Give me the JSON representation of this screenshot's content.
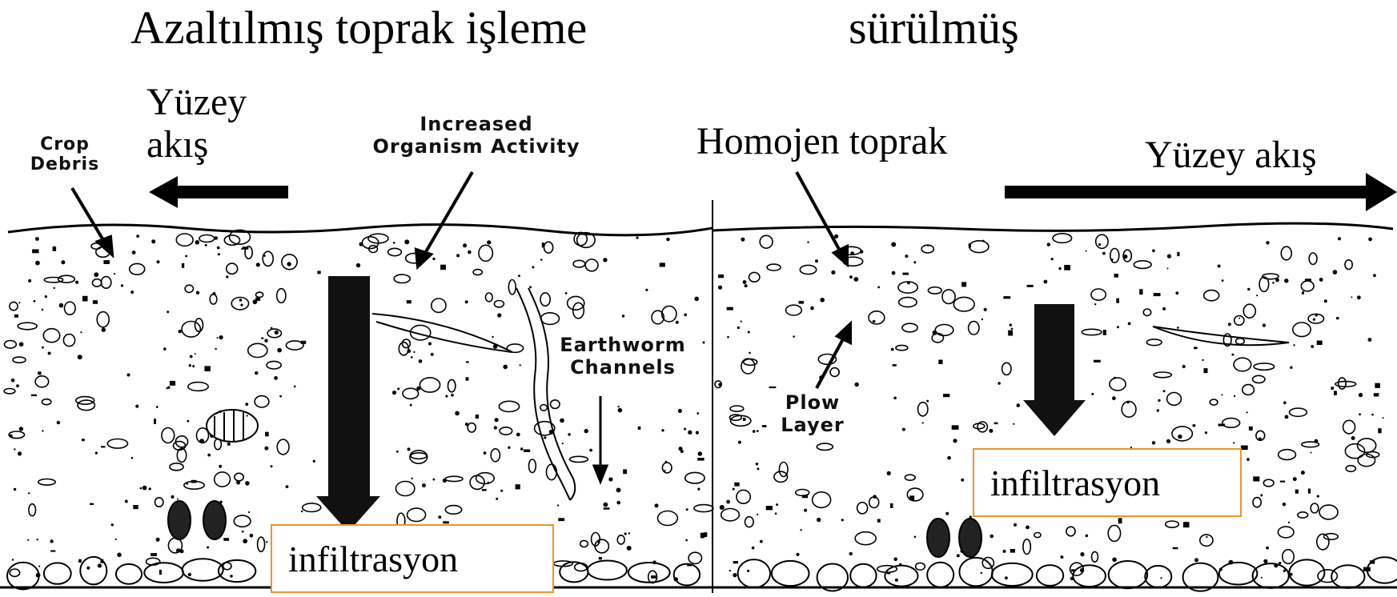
{
  "titles": {
    "left": "Azaltılmış toprak işleme",
    "right": "sürülmüş"
  },
  "left_panel": {
    "surface_runoff": "Yüzey\nakış",
    "crop_debris": "Crop\nDebris",
    "organism_activity": "Increased\nOrganism Activity",
    "earthworm_channels": "Earthworm\nChannels",
    "infiltration": "infiltrasyon"
  },
  "right_panel": {
    "homogeneous_soil": "Homojen toprak",
    "surface_runoff": "Yüzey akış",
    "plow_layer": "Plow\nLayer",
    "infiltration": "infiltrasyon"
  },
  "colors": {
    "ink": "#000000",
    "box_border": "#e8962e"
  }
}
